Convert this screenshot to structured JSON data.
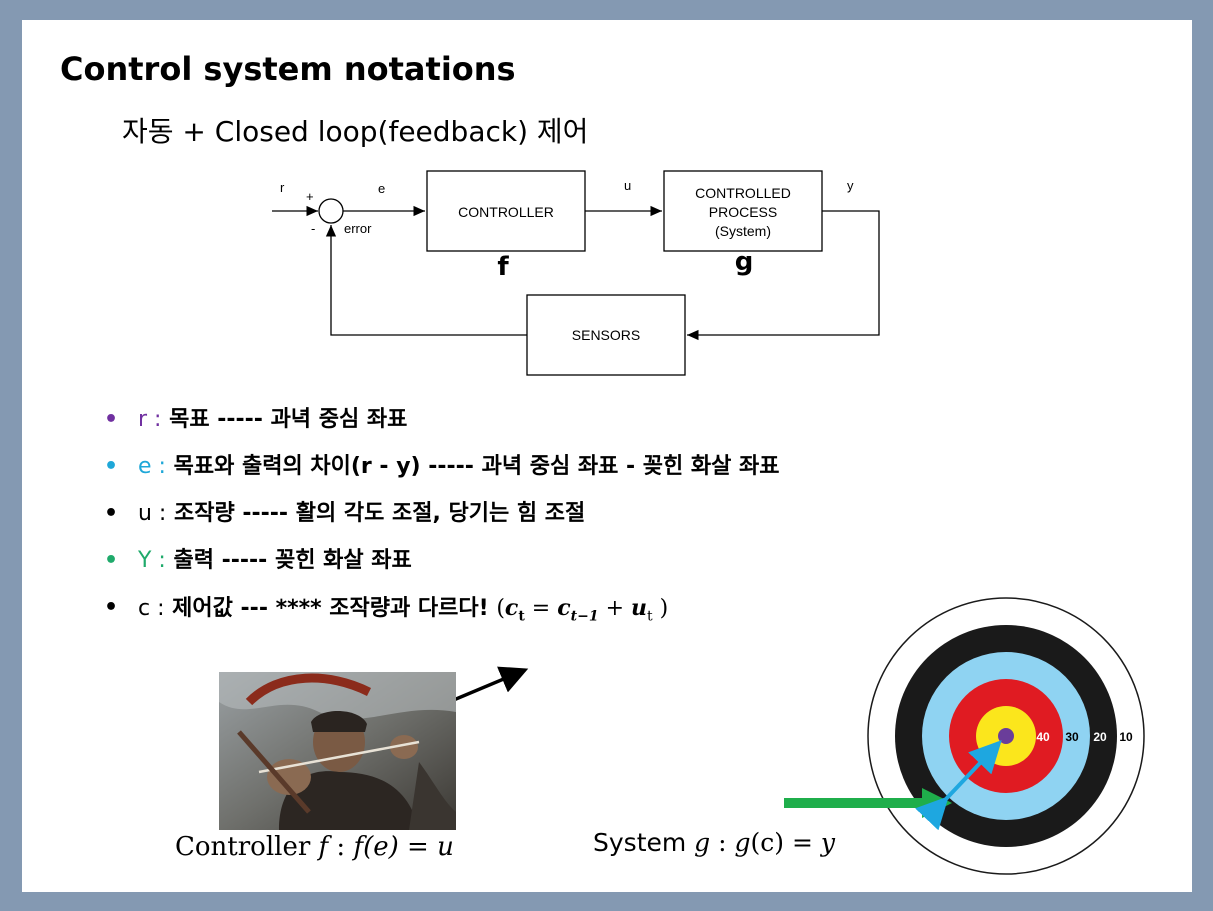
{
  "title": "Control system notations",
  "subtitle": "자동 + Closed loop(feedback) 제어",
  "diagram": {
    "signals": {
      "r": "r",
      "plus": "+",
      "minus": "-",
      "e": "e",
      "error": "error",
      "u": "u",
      "y": "y"
    },
    "controller": {
      "label": "CONTROLLER",
      "symbol": "f"
    },
    "process": {
      "line1": "CONTROLLED",
      "line2": "PROCESS",
      "line3": "(System)",
      "symbol": "g"
    },
    "sensors": {
      "label": "SENSORS"
    }
  },
  "bullets": [
    {
      "key": "r :",
      "text": " 목표 ----- 과녁 중심 좌표",
      "color": "#7030a0"
    },
    {
      "key": "e :",
      "text": " 목표와 출력의 차이(r - y) ----- 과녁 중심 좌표 - 꽂힌 화살 좌표",
      "color": "#1ea7d8"
    },
    {
      "key": "u :",
      "text": " 조작량 ----- 활의 각도 조절, 당기는 힘 조절",
      "color": "#000000"
    },
    {
      "key": "Y :",
      "text": " 출력 ----- 꽂힌 화살 좌표",
      "color": "#1faa6b"
    },
    {
      "key": "c :",
      "text": " 제어값 --- **** 조작량과 다르다! ",
      "color": "#000000",
      "formula": {
        "open": "(",
        "lhs": "c",
        "lhs_sub": "t",
        "eq": " = ",
        "rhs": "c",
        "rhs_sub": "t−1",
        "plus": " + ",
        "u": "u",
        "u_sub": "t",
        "close": " )"
      }
    }
  ],
  "captions": {
    "controller": {
      "word": "Controller ",
      "f": "f",
      "sep": " : ",
      "expr_f": "f",
      "expr_arg": "(e)",
      "eq": " = ",
      "u": "u"
    },
    "system": {
      "word": "System  ",
      "g": "g",
      "sep": " : ",
      "expr_g": "g",
      "expr_arg": "(c)",
      "eq": " = ",
      "y": "y"
    }
  },
  "target": {
    "ring_labels": [
      "40",
      "30",
      "20",
      "10"
    ],
    "colors": {
      "outer": "#ffffff",
      "black": "#1a1a1a",
      "blue": "#8fd3f2",
      "red": "#e01b22",
      "yellow": "#fbe61c",
      "center": "#6a3d9a",
      "arrow_green": "#1fae4b",
      "arrow_blue": "#1ea7e0"
    }
  },
  "colors": {
    "frame": "#8499b2",
    "slide": "#ffffff"
  }
}
